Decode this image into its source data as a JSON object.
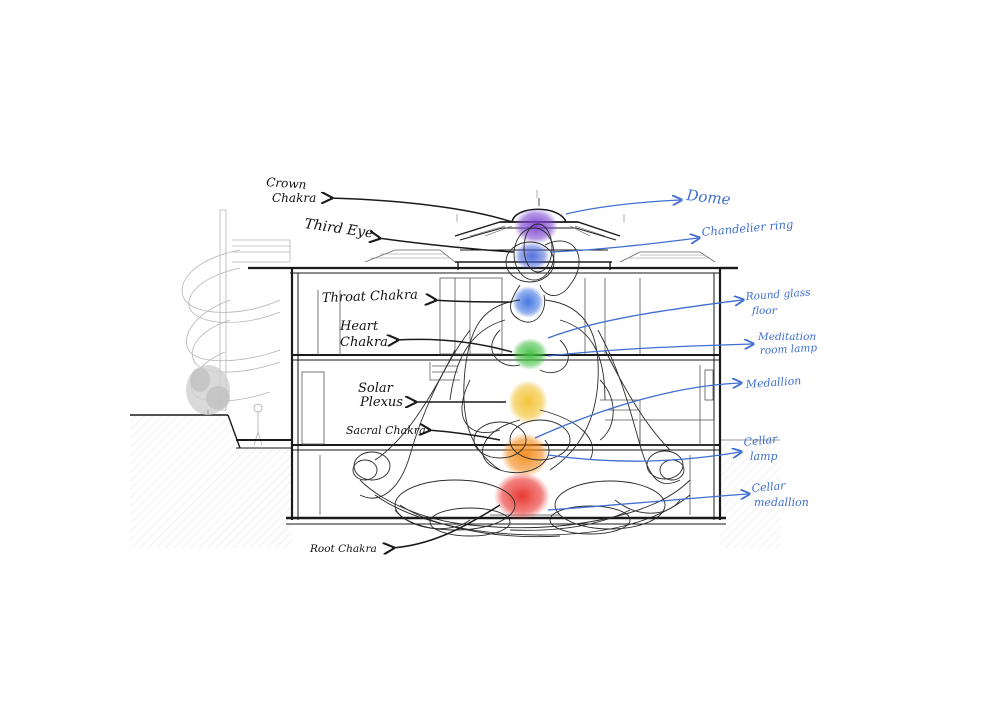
{
  "colors": {
    "ink": "#1a1a1a",
    "annotation_blue": "#3f6fd1",
    "crown": "#7a3fd0",
    "third_eye": "#3f5fd8",
    "throat": "#3a6fe0",
    "heart": "#3fbf3f",
    "solar": "#f2c230",
    "sacral": "#f28a1a",
    "root": "#e8302a"
  },
  "labels_left": [
    {
      "line1": "Crown",
      "line2": "Chakra"
    },
    {
      "line1": "Third Eye",
      "line2": ""
    },
    {
      "line1": "Throat Chakra",
      "line2": ""
    },
    {
      "line1": "Heart",
      "line2": "Chakra"
    },
    {
      "line1": "Solar",
      "line2": "Plexus"
    },
    {
      "line1": "Sacral Chakra",
      "line2": ""
    },
    {
      "line1": "Root Chakra",
      "line2": ""
    }
  ],
  "labels_right": [
    {
      "line1": "Dome",
      "line2": ""
    },
    {
      "line1": "Chandelier ring",
      "line2": ""
    },
    {
      "line1": "Round glass",
      "line2": "floor"
    },
    {
      "line1": "Meditation",
      "line2": "room lamp"
    },
    {
      "line1": "Medallion",
      "line2": ""
    },
    {
      "line1": "Cellar",
      "line2": "lamp"
    },
    {
      "line1": "Cellar",
      "line2": "medallion"
    }
  ],
  "chakras": [
    {
      "name": "crown",
      "color": "#7a3fd0"
    },
    {
      "name": "third-eye",
      "color": "#3f5fd8"
    },
    {
      "name": "throat",
      "color": "#3a6fe0"
    },
    {
      "name": "heart",
      "color": "#3fbf3f"
    },
    {
      "name": "solar-plexus",
      "color": "#f2c230"
    },
    {
      "name": "sacral",
      "color": "#f28a1a"
    },
    {
      "name": "root",
      "color": "#e8302a"
    }
  ]
}
